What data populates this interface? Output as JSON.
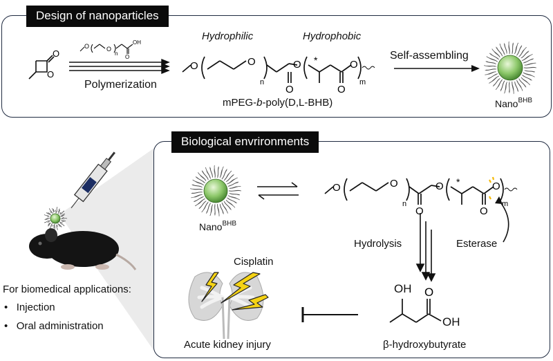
{
  "top_panel": {
    "title": "Design of nanoparticles",
    "step1_label": "Polymerization",
    "initiator_n": "n",
    "hydrophilic_label": "Hydrophilic",
    "hydrophobic_label": "Hydrophobic",
    "polymer_name": "mPEG-b-poly(D,L-BHB)",
    "polymer_prefix": "mPEG-",
    "polymer_b": "b",
    "polymer_suffix": "-poly(D,L-BHB)",
    "n_sub": "n",
    "m_sub": "m",
    "step2_label": "Self-assembling",
    "nano_base": "Nano",
    "nano_sup": "BHB"
  },
  "left": {
    "applications_title": "For biomedical applications:",
    "bullets": [
      "Injection",
      "Oral administration"
    ]
  },
  "bottom_panel": {
    "title": "Biological envrironments",
    "nano_base": "Nano",
    "nano_sup": "BHB",
    "n_sub": "n",
    "m_sub": "m",
    "hydrolysis_label": "Hydrolysis",
    "esterase_label": "Esterase",
    "cisplatin_label": "Cisplatin",
    "kidney_label": "Acute kidney injury",
    "product_label": "β-hydroxybutyrate",
    "oh_top": "OH",
    "oh_right": "OH"
  },
  "colors": {
    "nanoparticle_core": "#8dc86a",
    "lightning": "#f5d315",
    "kidney": "#d7d7d7",
    "panel_border": "#1f2a40",
    "cleavage_mark": "#f5b800"
  }
}
